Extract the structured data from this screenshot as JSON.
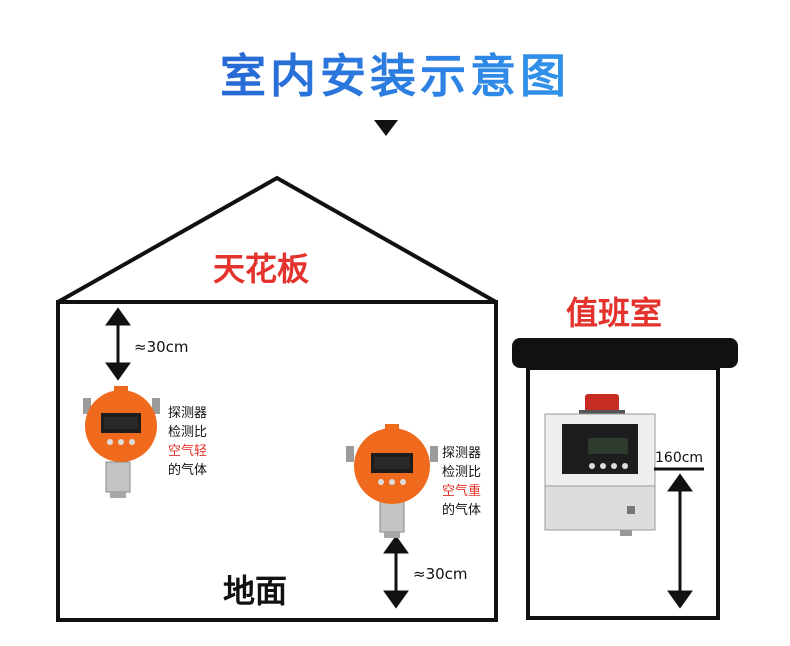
{
  "title": "室内安装示意图",
  "house": {
    "ceiling_label": "天花板",
    "floor_label": "地面",
    "top_distance": "≈30cm",
    "bottom_distance": "≈30cm"
  },
  "detector_light": {
    "line1": "探测器",
    "line2": "检测比",
    "line3": "空气轻",
    "line4": "的气体"
  },
  "detector_heavy": {
    "line1": "探测器",
    "line2": "检测比",
    "line3": "空气重",
    "line4": "的气体"
  },
  "duty_room": {
    "label": "值班室",
    "height_label": "160cm"
  },
  "colors": {
    "title_start": "#1f4fc4",
    "title_end": "#37b2f0",
    "accent_red": "#e4322c",
    "detector_orange": "#f06a1d",
    "line": "#111111"
  },
  "icons": [
    "down-triangle-icon",
    "double-arrow-icon"
  ]
}
